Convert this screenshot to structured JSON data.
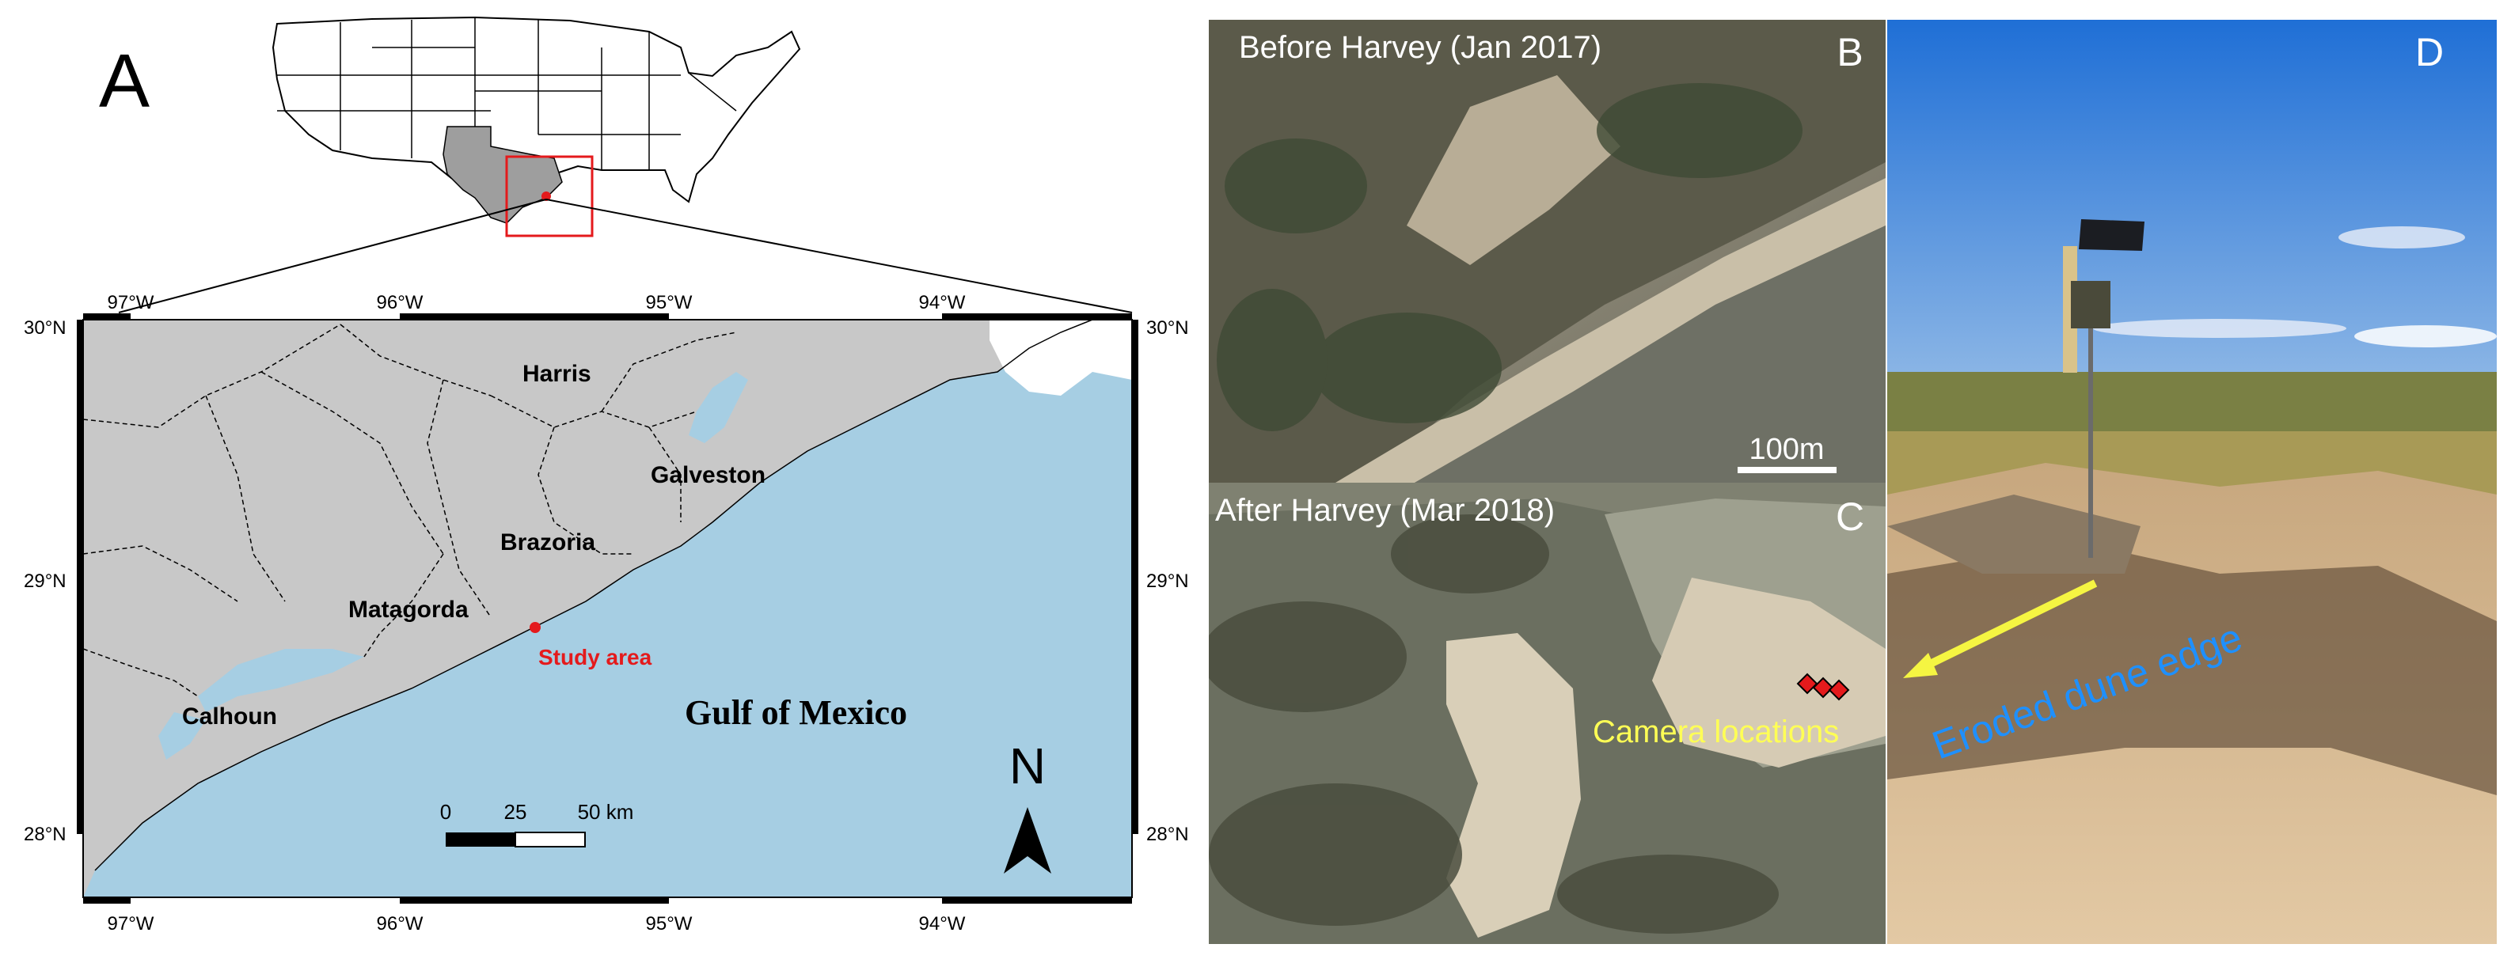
{
  "panel_a": {
    "letter": "A",
    "counties": [
      "Harris",
      "Galveston",
      "Brazoria",
      "Matagorda",
      "Calhoun"
    ],
    "study_area": "Study area",
    "sea_label": "Gulf of Mexico",
    "lon_ticks": [
      "97°W",
      "96°W",
      "95°W",
      "94°W"
    ],
    "lat_ticks": [
      "30°N",
      "29°N",
      "28°N"
    ],
    "scale_ticks": [
      "0",
      "25",
      "50 km"
    ],
    "north": "N",
    "colors": {
      "land": "#c8c8c8",
      "water": "#a6cee3",
      "study": "#e41a1c",
      "texas": "#9e9e9e"
    }
  },
  "panel_b": {
    "letter": "B",
    "title": "Before Harvey (Jan 2017)",
    "scale_label": "100m"
  },
  "panel_c": {
    "letter": "C",
    "title": "After Harvey (Mar 2018)",
    "camera_label": "Camera locations",
    "colors": {
      "camera": "#e41a1c",
      "label": "#ffff55"
    }
  },
  "panel_d": {
    "letter": "D",
    "annotation": "Eroded dune edge",
    "colors": {
      "arrow": "#f5f542",
      "annotation": "#1e90ff"
    }
  }
}
